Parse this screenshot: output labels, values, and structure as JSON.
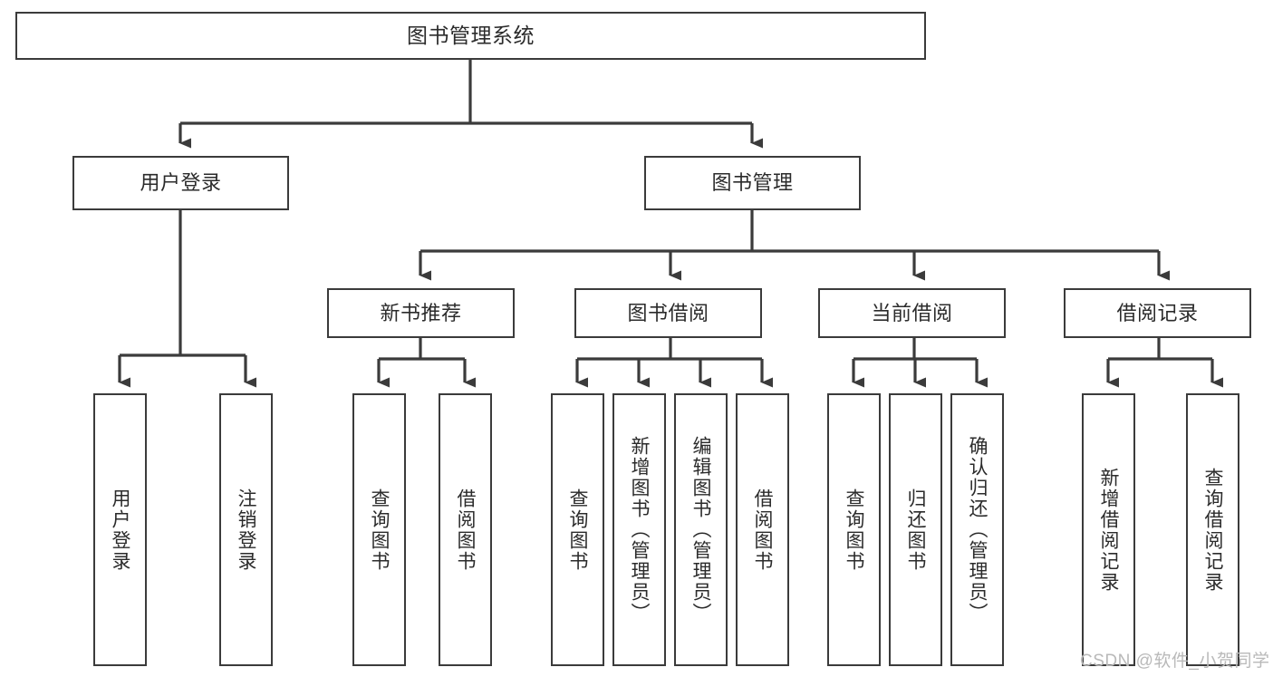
{
  "diagram": {
    "title": "图书管理系统",
    "type": "tree-structure-chart",
    "stroke_color": "#3b3b3b",
    "text_color": "#2b2b2b",
    "background_color": "#ffffff",
    "watermark": {
      "text": "CSDN @软件_小贺同学",
      "color": "#b9b9b9"
    },
    "levels": {
      "root": {
        "label": "图书管理系统"
      },
      "level1": [
        {
          "label": "用户登录"
        },
        {
          "label": "图书管理"
        }
      ],
      "level2": [
        {
          "label": "新书推荐"
        },
        {
          "label": "图书借阅"
        },
        {
          "label": "当前借阅"
        },
        {
          "label": "借阅记录"
        }
      ],
      "leaves": {
        "user_login": [
          {
            "label": "用户登录"
          },
          {
            "label": "注销登录"
          }
        ],
        "new_book_recommend": [
          {
            "label": "查询图书"
          },
          {
            "label": "借阅图书"
          }
        ],
        "book_borrow": [
          {
            "label": "查询图书"
          },
          {
            "label": "新增图书（管理员）"
          },
          {
            "label": "编辑图书（管理员）"
          },
          {
            "label": "借阅图书"
          }
        ],
        "current_borrow": [
          {
            "label": "查询图书"
          },
          {
            "label": "归还图书"
          },
          {
            "label": "确认归还（管理员）"
          }
        ],
        "borrow_record": [
          {
            "label": "新增借阅记录"
          },
          {
            "label": "查询借阅记录"
          }
        ]
      }
    }
  }
}
